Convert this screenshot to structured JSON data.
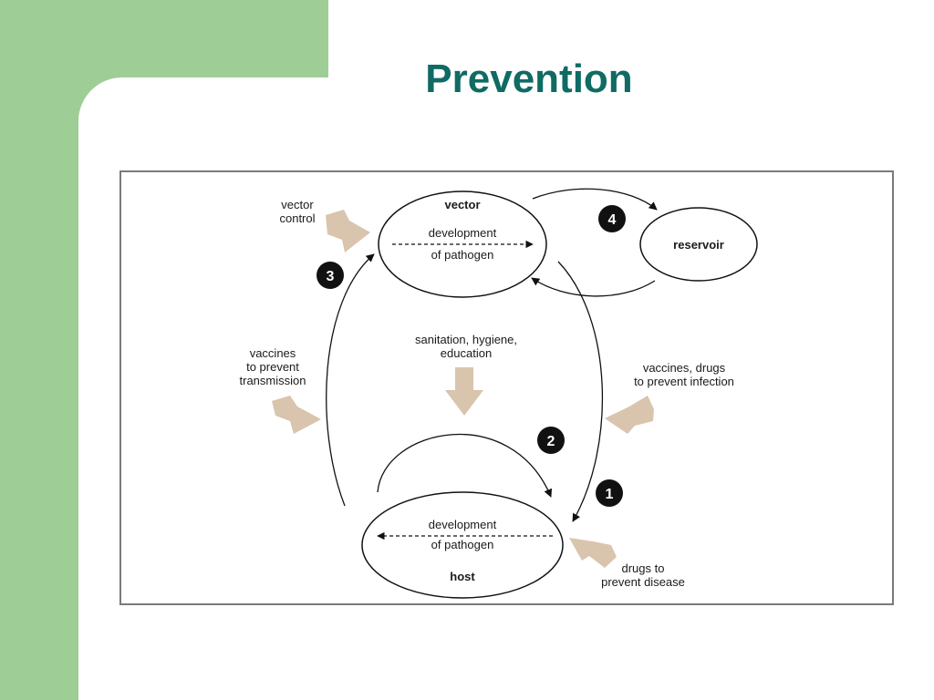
{
  "slide": {
    "title": "Prevention",
    "colors": {
      "sidebar": "#9fcd96",
      "title": "#0f6b64",
      "block_arrow": "#d9c4ad"
    }
  },
  "diagram": {
    "nodes": {
      "vector": {
        "label": "vector",
        "line1": "development",
        "line2": "of pathogen"
      },
      "host": {
        "label": "host",
        "line1": "development",
        "line2": "of pathogen"
      },
      "reservoir": {
        "label": "reservoir"
      }
    },
    "interventions": {
      "vector_control": {
        "line1": "vector",
        "line2": "control"
      },
      "vaccines_transmission": {
        "line1": "vaccines",
        "line2": "to prevent",
        "line3": "transmission"
      },
      "sanitation": {
        "line1": "sanitation, hygiene,",
        "line2": "education"
      },
      "vaccines_infection": {
        "line1": "vaccines, drugs",
        "line2": "to prevent infection"
      },
      "drugs_disease": {
        "line1": "drugs to",
        "line2": "prevent disease"
      }
    },
    "steps": {
      "one": "1",
      "two": "2",
      "three": "3",
      "four": "4"
    }
  }
}
